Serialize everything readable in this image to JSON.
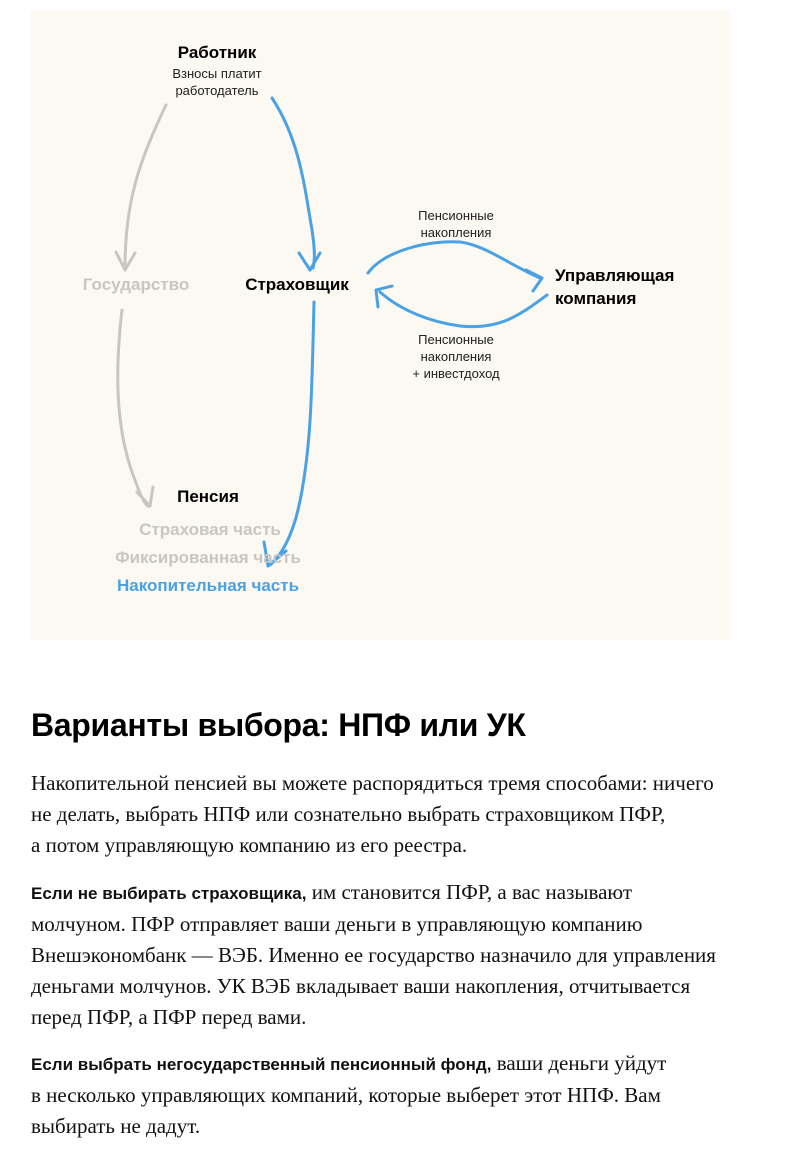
{
  "diagram": {
    "worker": {
      "title": "Работник",
      "sub1": "Взносы платит",
      "sub2": "работодатель"
    },
    "state": "Государство",
    "insurer": "Страховщик",
    "company": {
      "line1": "Управляющая",
      "line2": "компания"
    },
    "arrow_top_label": {
      "line1": "Пенсионные",
      "line2": "накопления"
    },
    "arrow_bottom_label": {
      "line1": "Пенсионные",
      "line2": "накопления",
      "line3": "+ инвестдоход"
    },
    "pension": {
      "title": "Пенсия",
      "part1": "Страховая часть",
      "part2": "Фиксированная часть",
      "part3": "Накопительная часть"
    },
    "colors": {
      "background": "#fcf8f2",
      "blue": "#4aa2e4",
      "gray": "#c8c6c3"
    }
  },
  "article": {
    "heading": "Варианты выбора: НПФ или УК",
    "p1": [
      "Накопительной пенсией вы можете распорядиться тремя способами: ничего",
      "не делать, выбрать НПФ или сознательно выбрать страховщиком ПФР,",
      "а потом управляющую компанию из его реестра."
    ],
    "p2_bold": "Если не выбирать страховщика,",
    "p2": [
      " им становится ПФР, а вас называют",
      "молчуном. ПФР отправляет ваши деньги в управляющую компанию",
      "Внешэкономбанк — ВЭБ. Именно ее государство назначило для управления",
      "деньгами молчунов. УК ВЭБ вкладывает ваши накопления, отчитывается",
      "перед ПФР, а ПФР перед вами."
    ],
    "p3_bold": "Если выбрать негосударственный пенсионный фонд,",
    "p3": [
      " ваши деньги уйдут",
      "в несколько управляющих компаний, которые выберет этот НПФ. Вам",
      "выбирать не дадут."
    ]
  }
}
